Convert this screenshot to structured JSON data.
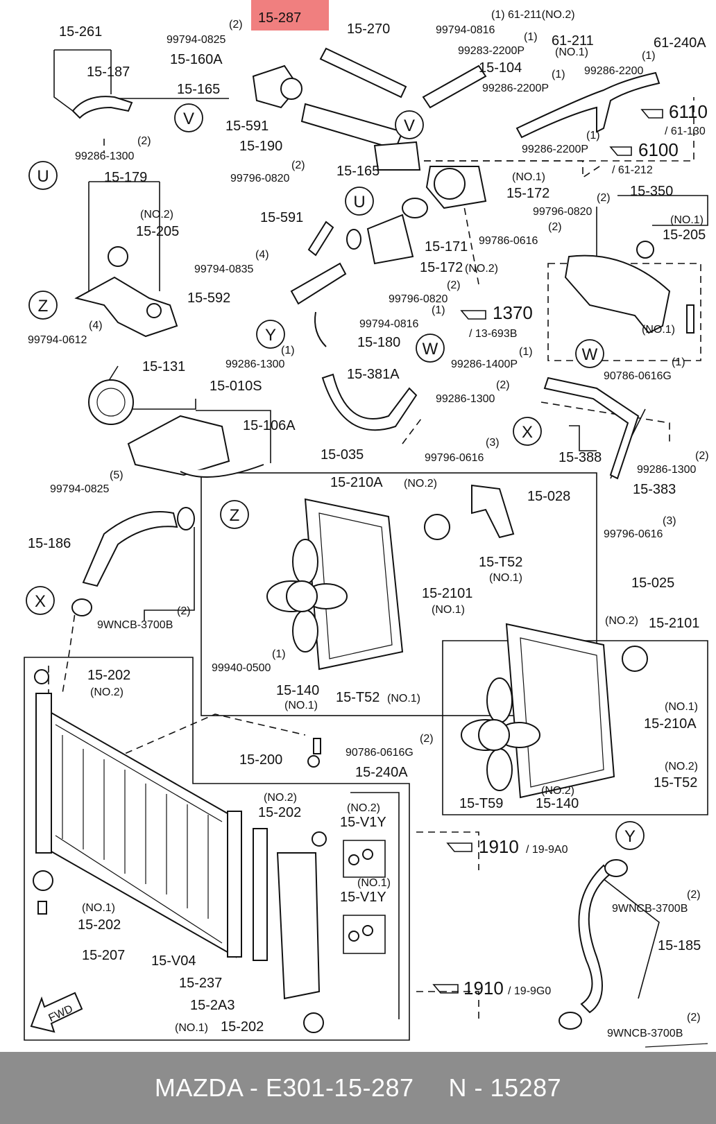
{
  "highlight": {
    "part": "15-287",
    "color": "#f07f7f"
  },
  "labels": {
    "p15_261": "15-261",
    "p15_187": "15-187",
    "p15_160A": "15-160A",
    "p15_165a": "15-165",
    "p15_591a": "15-591",
    "p15_190": "15-190",
    "p15_270": "15-270",
    "p15_104": "15-104",
    "p61_211a": "61-211",
    "p61_211b": "61-211",
    "p61_240A": "61-240A",
    "p15_165b": "15-165",
    "p15_172a": "15-172",
    "p15_591b": "15-591",
    "p15_179": "15-179",
    "p15_205a": "15-205",
    "p15_592": "15-592",
    "p15_171": "15-171",
    "p15_172b": "15-172",
    "p15_180": "15-180",
    "p15_381A": "15-381A",
    "p15_131": "15-131",
    "p15_010S": "15-010S",
    "p15_106A": "15-106A",
    "p15_350": "15-350",
    "p15_205b": "15-205",
    "p15_035": "15-035",
    "p15_210Aa": "15-210A",
    "p15_028": "15-028",
    "p15_T52a": "15-T52",
    "p15_2101a": "15-2101",
    "p15_140a": "15-140",
    "p15_T52b": "15-T52",
    "p15_388": "15-388",
    "p15_383": "15-383",
    "p15_186": "15-186",
    "p15_025": "15-025",
    "p15_2101b": "15-2101",
    "p15_210Ab": "15-210A",
    "p15_T52c": "15-T52",
    "p15_T59": "15-T59",
    "p15_140b": "15-140",
    "p15_202a": "15-202",
    "p15_200": "15-200",
    "p15_240A": "15-240A",
    "p15_202b": "15-202",
    "p15_V1Ya": "15-V1Y",
    "p15_V1Yb": "15-V1Y",
    "p15_202c": "15-202",
    "p15_207": "15-207",
    "p15_V04": "15-V04",
    "p15_237": "15-237",
    "p15_2A3": "15-2A3",
    "p15_202d": "15-202",
    "p15_185": "15-185",
    "b99794_0825a": "99794-0825",
    "b99794_0816a": "99794-0816",
    "b99283_2200P": "99283-2200P",
    "b99286_2200a": "99286-2200",
    "b99286_2200P1": "99286-2200P",
    "b99286_1300a": "99286-1300",
    "b99796_0820a": "99796-0820",
    "b99286_2200P2": "99286-2200P",
    "b99796_0820b": "99796-0820",
    "b99786_0616": "99786-0616",
    "b99794_0835": "99794-0835",
    "b99796_0820c": "99796-0820",
    "b99794_0816b": "99794-0816",
    "b99794_0612": "99794-0612",
    "b99286_1300b": "99286-1300",
    "b99286_1400P": "99286-1400P",
    "b90786_0616Ga": "90786-0616G",
    "b99286_1300c": "99286-1300",
    "b99796_0616a": "99796-0616",
    "b99286_1300d": "99286-1300",
    "b99794_0825b": "99794-0825",
    "b9WNCB_a": "9WNCB-3700B",
    "b99796_0616b": "99796-0616",
    "b99940_0500": "99940-0500",
    "b90786_0616Gb": "90786-0616G",
    "b9WNCB_b": "9WNCB-3700B",
    "b9WNCB_c": "9WNCB-3700B",
    "r6110": "6110",
    "r61_130": "/ 61-130",
    "r6100": "6100",
    "r61_212": "/ 61-212",
    "r1370": "1370",
    "r13_693B": "/ 13-693B",
    "r1910a": "1910",
    "r19_9A0": "/ 19-9A0",
    "r1910b": "1910",
    "r19_9G0": "/ 19-9G0"
  },
  "qualifiers": {
    "q_no2_a": "(1) 61-211(NO.2)",
    "q_no1_a": "(NO.1)",
    "q_no1_b": "(NO.1)",
    "q_no2_b": "(NO.2)",
    "q_no2_c": "(NO.2)",
    "q_no1_c": "(NO.1)",
    "q_no2_d": "(NO.2)",
    "q_no1_d": "(NO.1)",
    "q_no1_e": "(NO.1)",
    "q_no1_f": "(NO.1)",
    "q_no1_g": "(NO.1)",
    "q_no2_e": "(NO.2)",
    "q_no2_f": "(NO.2)",
    "q_no1_h": "(NO.1)",
    "q_no2_g": "(NO.2)",
    "q_no2_h": "(NO.2)",
    "q_no2_i": "(NO.2)",
    "q_no2_j": "(NO.2)",
    "q_no1_i": "(NO.1)",
    "q_no1_j": "(NO.1)",
    "q_no1_k": "(NO.1)",
    "q_no1_l": "(NO.1)",
    "qty_2": "(2)",
    "qty_1": "(1)",
    "qty_4": "(4)",
    "qty_3": "(3)",
    "qty_5": "(5)"
  },
  "circles": [
    "V",
    "U",
    "Z",
    "Y",
    "W",
    "X"
  ],
  "fwd": "FWD",
  "watermark": "MAZDA - E301-15-287",
  "watermark_code": "N - 15287"
}
